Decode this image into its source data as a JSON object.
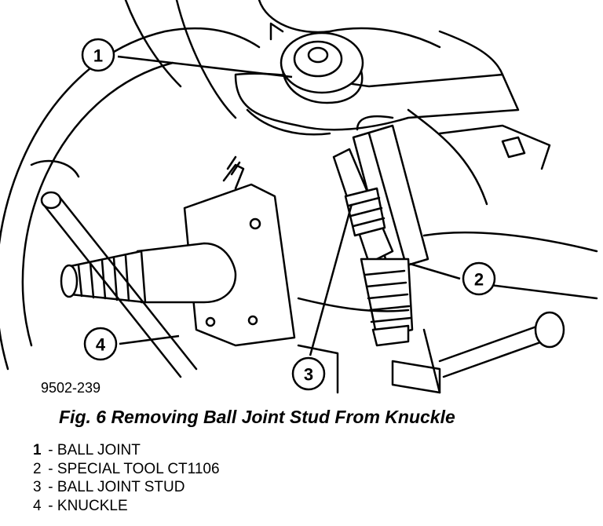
{
  "figure": {
    "id": "9502-239",
    "caption": "Fig. 6 Removing Ball Joint Stud From Knuckle"
  },
  "callouts": [
    {
      "number": "1",
      "label": "BALL JOINT"
    },
    {
      "number": "2",
      "label": "SPECIAL TOOL CT1106"
    },
    {
      "number": "3",
      "label": "BALL JOINT STUD"
    },
    {
      "number": "4",
      "label": "KNUCKLE"
    }
  ],
  "legend_separator": " - ",
  "colors": {
    "ink": "#000000",
    "paper": "#ffffff"
  }
}
